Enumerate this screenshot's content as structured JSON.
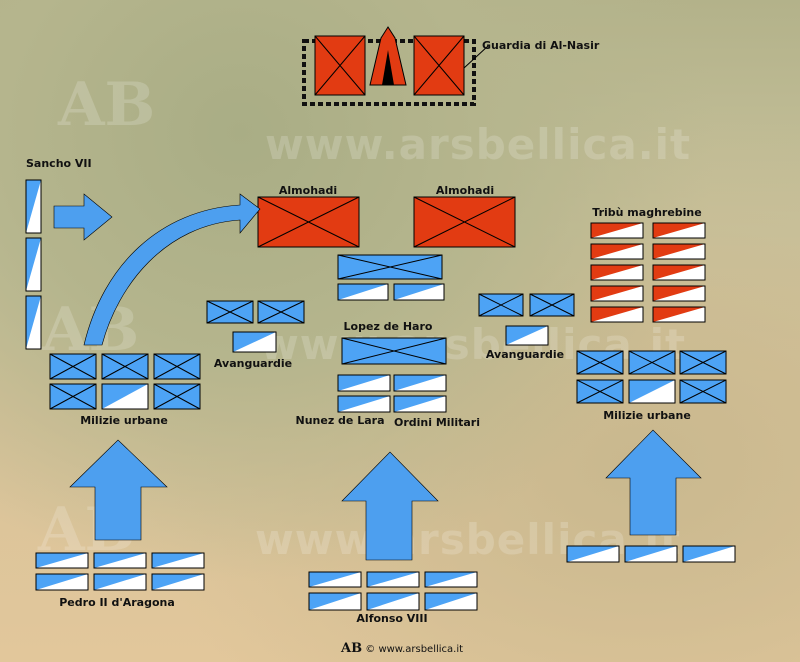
{
  "watermark": {
    "site": "www.arsbellica.it",
    "logo": "AB"
  },
  "labels": {
    "guard": "Guardia di Al-Nasir",
    "sancho": "Sancho VII",
    "almohadi_left": "Almohadi",
    "almohadi_right": "Almohadi",
    "tribes": "Tribù maghrebine",
    "lopez": "Lopez de Haro",
    "avanguardie_left": "Avanguardie",
    "avanguardie_right": "Avanguardie",
    "milizie_left": "Milizie urbane",
    "milizie_right": "Milizie urbane",
    "nunez": "Nunez de Lara",
    "ordini": "Ordini Militari",
    "pedro": "Pedro II d'Aragona",
    "alfonso": "Alfonso VIII"
  },
  "footer": {
    "logo": "AB",
    "copyright": "©",
    "site": "www.arsbellica.it"
  },
  "colors": {
    "christian": "#4da3f5",
    "christian_light": "#ffffff",
    "muslim": "#e23b12",
    "arrow": "#4d9fef",
    "outline": "#000000"
  }
}
